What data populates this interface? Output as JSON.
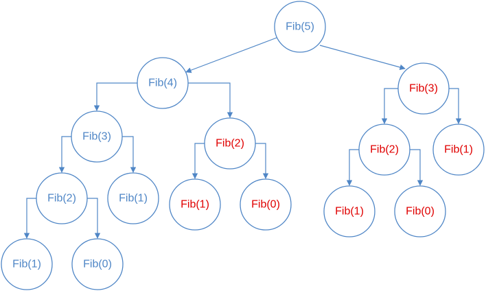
{
  "colors": {
    "node_border": "#4f86c6",
    "normal_text": "#4f86c6",
    "repeated_text": "#e00000",
    "edge": "#4f86c6",
    "background": "#ffffff"
  },
  "nodes": [
    {
      "id": "n0",
      "label": "Fib(5)",
      "repeated": false
    },
    {
      "id": "n1",
      "label": "Fib(4)",
      "repeated": false
    },
    {
      "id": "n2",
      "label": "Fib(3)",
      "repeated": true
    },
    {
      "id": "n3",
      "label": "Fib(3)",
      "repeated": false
    },
    {
      "id": "n4",
      "label": "Fib(2)",
      "repeated": true
    },
    {
      "id": "n5",
      "label": "Fib(2)",
      "repeated": true
    },
    {
      "id": "n6",
      "label": "Fib(1)",
      "repeated": true
    },
    {
      "id": "n7",
      "label": "Fib(2)",
      "repeated": false
    },
    {
      "id": "n8",
      "label": "Fib(1)",
      "repeated": false
    },
    {
      "id": "n9",
      "label": "Fib(1)",
      "repeated": true
    },
    {
      "id": "n10",
      "label": "Fib(0)",
      "repeated": true
    },
    {
      "id": "n11",
      "label": "Fib(1)",
      "repeated": true
    },
    {
      "id": "n12",
      "label": "Fib(0)",
      "repeated": true
    },
    {
      "id": "n13",
      "label": "Fib(1)",
      "repeated": false
    },
    {
      "id": "n14",
      "label": "Fib(0)",
      "repeated": false
    }
  ],
  "edges": [
    {
      "from": "n0",
      "to": "n1"
    },
    {
      "from": "n0",
      "to": "n2"
    },
    {
      "from": "n1",
      "to": "n3"
    },
    {
      "from": "n1",
      "to": "n4"
    },
    {
      "from": "n2",
      "to": "n5"
    },
    {
      "from": "n2",
      "to": "n6"
    },
    {
      "from": "n3",
      "to": "n7"
    },
    {
      "from": "n3",
      "to": "n8"
    },
    {
      "from": "n4",
      "to": "n9"
    },
    {
      "from": "n4",
      "to": "n10"
    },
    {
      "from": "n5",
      "to": "n11"
    },
    {
      "from": "n5",
      "to": "n12"
    },
    {
      "from": "n7",
      "to": "n13"
    },
    {
      "from": "n7",
      "to": "n14"
    }
  ]
}
